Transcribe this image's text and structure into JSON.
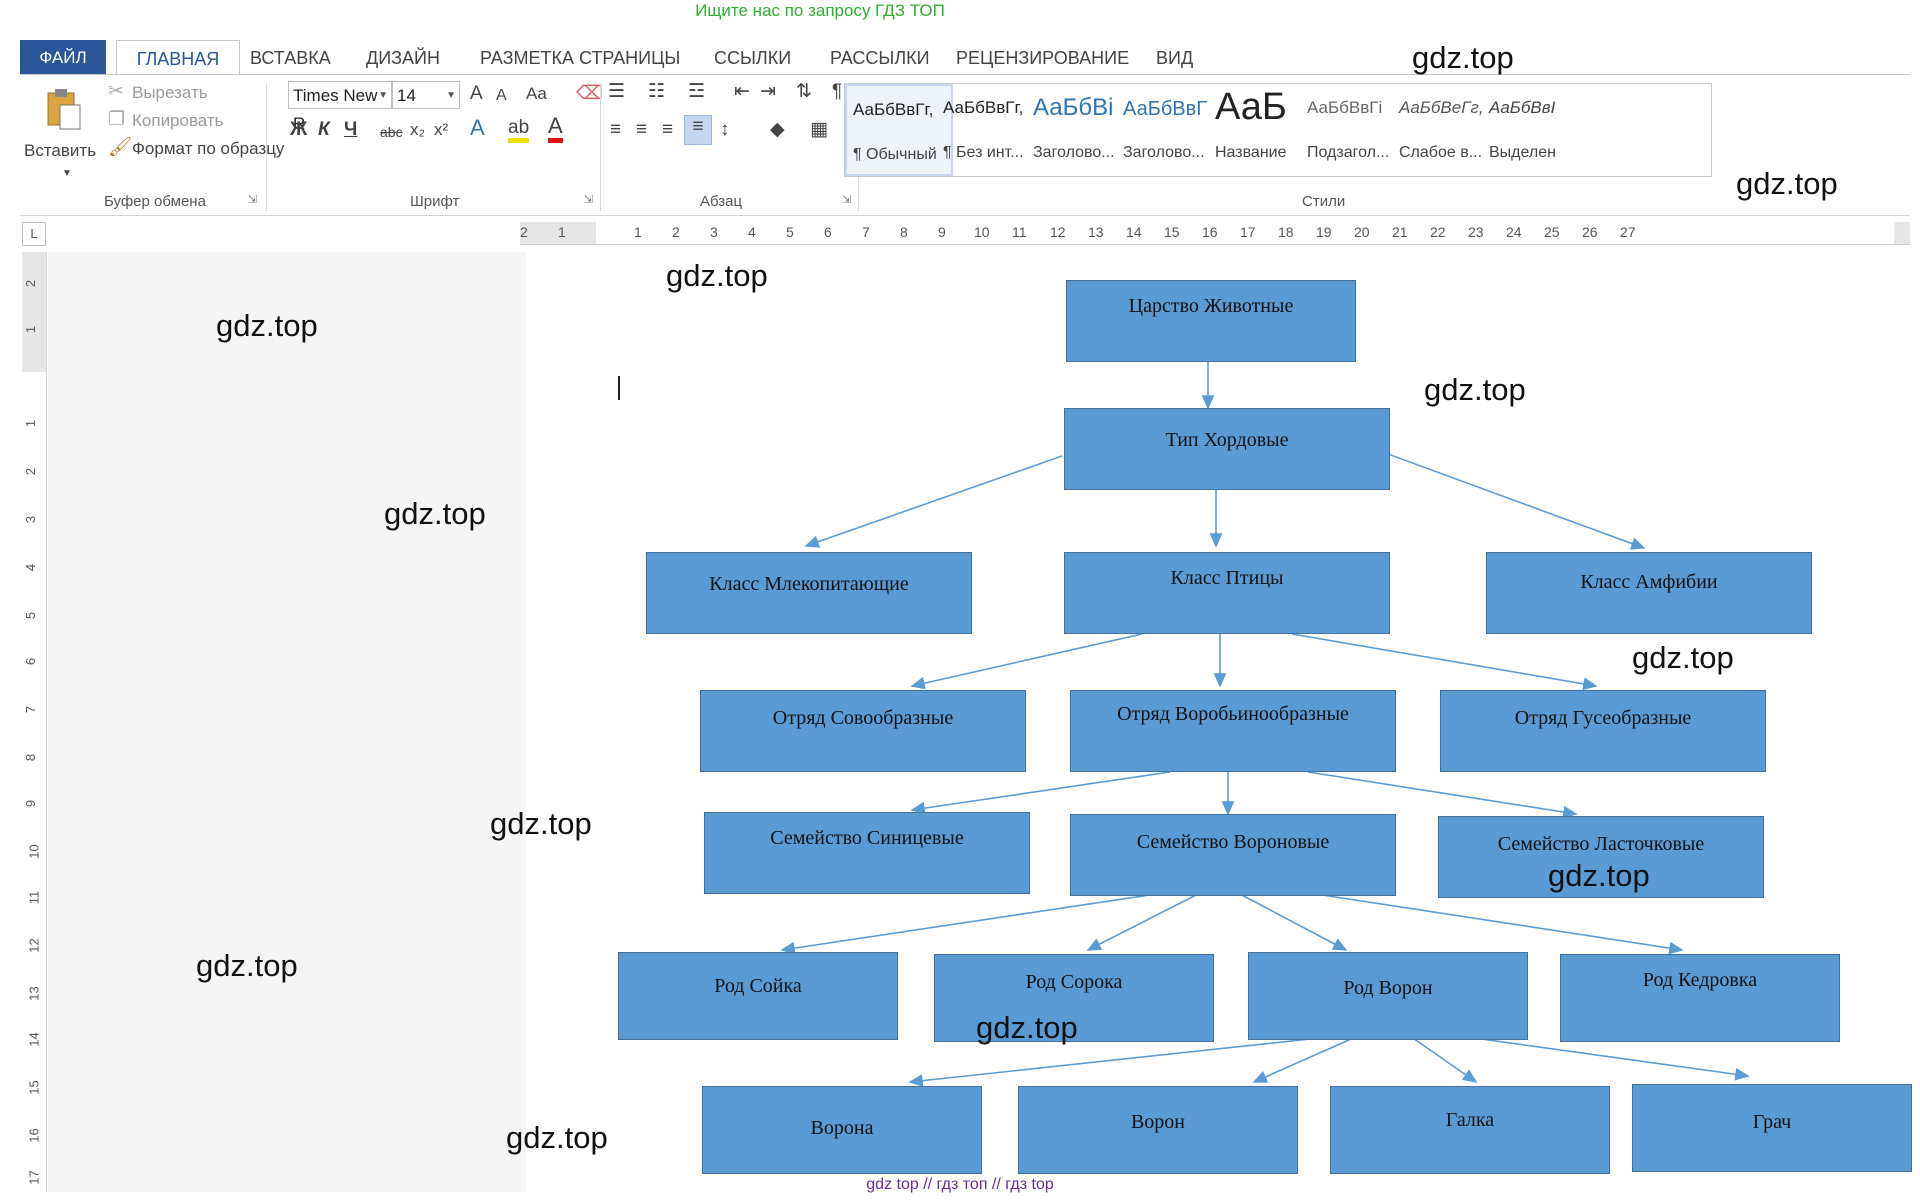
{
  "top_banner": "Ищите нас по запросу ГДЗ ТОП",
  "tabs": [
    "ФАЙЛ",
    "ГЛАВНАЯ",
    "ВСТАВКА",
    "ДИЗАЙН",
    "РАЗМЕТКА СТРАНИЦЫ",
    "ССЫЛКИ",
    "РАССЫЛКИ",
    "РЕЦЕНЗИРОВАНИЕ",
    "ВИД"
  ],
  "clipboard": {
    "paste": "Вставить",
    "cut": "Вырезать",
    "copy": "Копировать",
    "format_painter": "Формат по образцу",
    "label": "Буфер обмена"
  },
  "font": {
    "name": "Times New R",
    "size": "14",
    "label": "Шрифт",
    "bold": "Ж",
    "italic": "К",
    "underline": "Ч",
    "strike": "abc",
    "sub": "x₂",
    "sup": "x²",
    "grow": "A",
    "shrink": "A",
    "case": "Aa"
  },
  "paragraph": {
    "label": "Абзац"
  },
  "styles": {
    "label": "Стили",
    "items": [
      {
        "sample": "АаБбВвГг,",
        "name": "¶ Обычный",
        "color": "#222222"
      },
      {
        "sample": "АаБбВвГг,",
        "name": "¶ Без инт...",
        "color": "#222222"
      },
      {
        "sample": "АаБбВі",
        "name": "Заголово...",
        "color": "#2e74b5"
      },
      {
        "sample": "АаБбВвГ",
        "name": "Заголово...",
        "color": "#2e74b5"
      },
      {
        "sample": "АаБ",
        "name": "Название",
        "color": "#222222"
      },
      {
        "sample": "АаБбВвГі",
        "name": "Подзагол...",
        "color": "#666666"
      },
      {
        "sample": "АаБбВеГг,",
        "name": "Слабое в...",
        "color": "#555555"
      },
      {
        "sample": "АаБбВвІ",
        "name": "Выделен",
        "color": "#444444"
      }
    ]
  },
  "ruler_numbers": [
    "2",
    "1",
    "1",
    "2",
    "3",
    "4",
    "5",
    "6",
    "7",
    "8",
    "9",
    "10",
    "11",
    "12",
    "13",
    "14",
    "15",
    "16",
    "17",
    "18",
    "19",
    "20",
    "21",
    "22",
    "23",
    "24",
    "25",
    "26",
    "27"
  ],
  "vruler_numbers": [
    "2",
    "1",
    "1",
    "2",
    "3",
    "4",
    "5",
    "6",
    "7",
    "8",
    "9",
    "10",
    "11",
    "12",
    "13",
    "14",
    "15",
    "16",
    "17"
  ],
  "corner": "L",
  "nodes": {
    "kingdom": "Царство Животные",
    "phylum": "Тип Хордовые",
    "mammals": "Класс Млекопитающие",
    "birds": "Класс Птицы",
    "amphibians": "Класс Амфибии",
    "owls": "Отряд Совообразные",
    "passerines": "Отряд Воробьинообразные",
    "geese": "Отряд Гусеобразные",
    "tits": "Семейство Синицевые",
    "corvids": "Семейство Вороновые",
    "swallows": "Семейство Ласточковые",
    "jay": "Род Сойка",
    "magpie": "Род Сорока",
    "crows": "Род Ворон",
    "nutcracker": "Род Кедровка",
    "crow": "Ворона",
    "raven": "Ворон",
    "jackdaw": "Галка",
    "rook": "Грач"
  },
  "watermark": "gdz.top",
  "footer": "gdz top  //  гдз топ  //  гдз top"
}
